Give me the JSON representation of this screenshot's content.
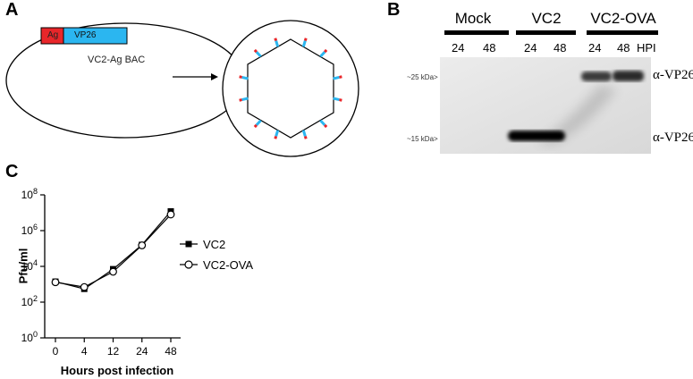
{
  "panels": {
    "a": "A",
    "b": "B",
    "c": "C"
  },
  "panel_a": {
    "segment_ag": "Ag",
    "segment_vp26": "VP26",
    "bac_label": "VC2-Ag BAC",
    "colors": {
      "ag": "#e8262a",
      "vp26": "#2bb6f0",
      "outline": "#000000"
    }
  },
  "panel_b": {
    "groups": [
      "Mock",
      "VC2",
      "VC2-OVA"
    ],
    "times": [
      "24",
      "48",
      "24",
      "48",
      "24",
      "48"
    ],
    "hpi": "HPI",
    "markers": [
      "~25 kDa>",
      "~15 kDa>"
    ],
    "antibodies": [
      "α-VP26",
      "α-VP26"
    ]
  },
  "chart_data": {
    "type": "line",
    "ylabel": "Pfu/ml",
    "xlabel": "Hours post infection",
    "categories": [
      "0",
      "4",
      "12",
      "24",
      "48"
    ],
    "y_scale": "log10",
    "ylim": [
      1,
      100000000
    ],
    "y_ticks": [
      "10^0",
      "10^2",
      "10^4",
      "10^6",
      "10^8"
    ],
    "legend_placement": "right",
    "grid": false,
    "series": [
      {
        "name": "VC2",
        "marker": "filled-square",
        "values": [
          1400,
          550,
          7000,
          160000,
          12000000
        ]
      },
      {
        "name": "VC2-OVA",
        "marker": "open-circle",
        "values": [
          1300,
          700,
          5000,
          150000,
          8000000
        ]
      }
    ]
  }
}
